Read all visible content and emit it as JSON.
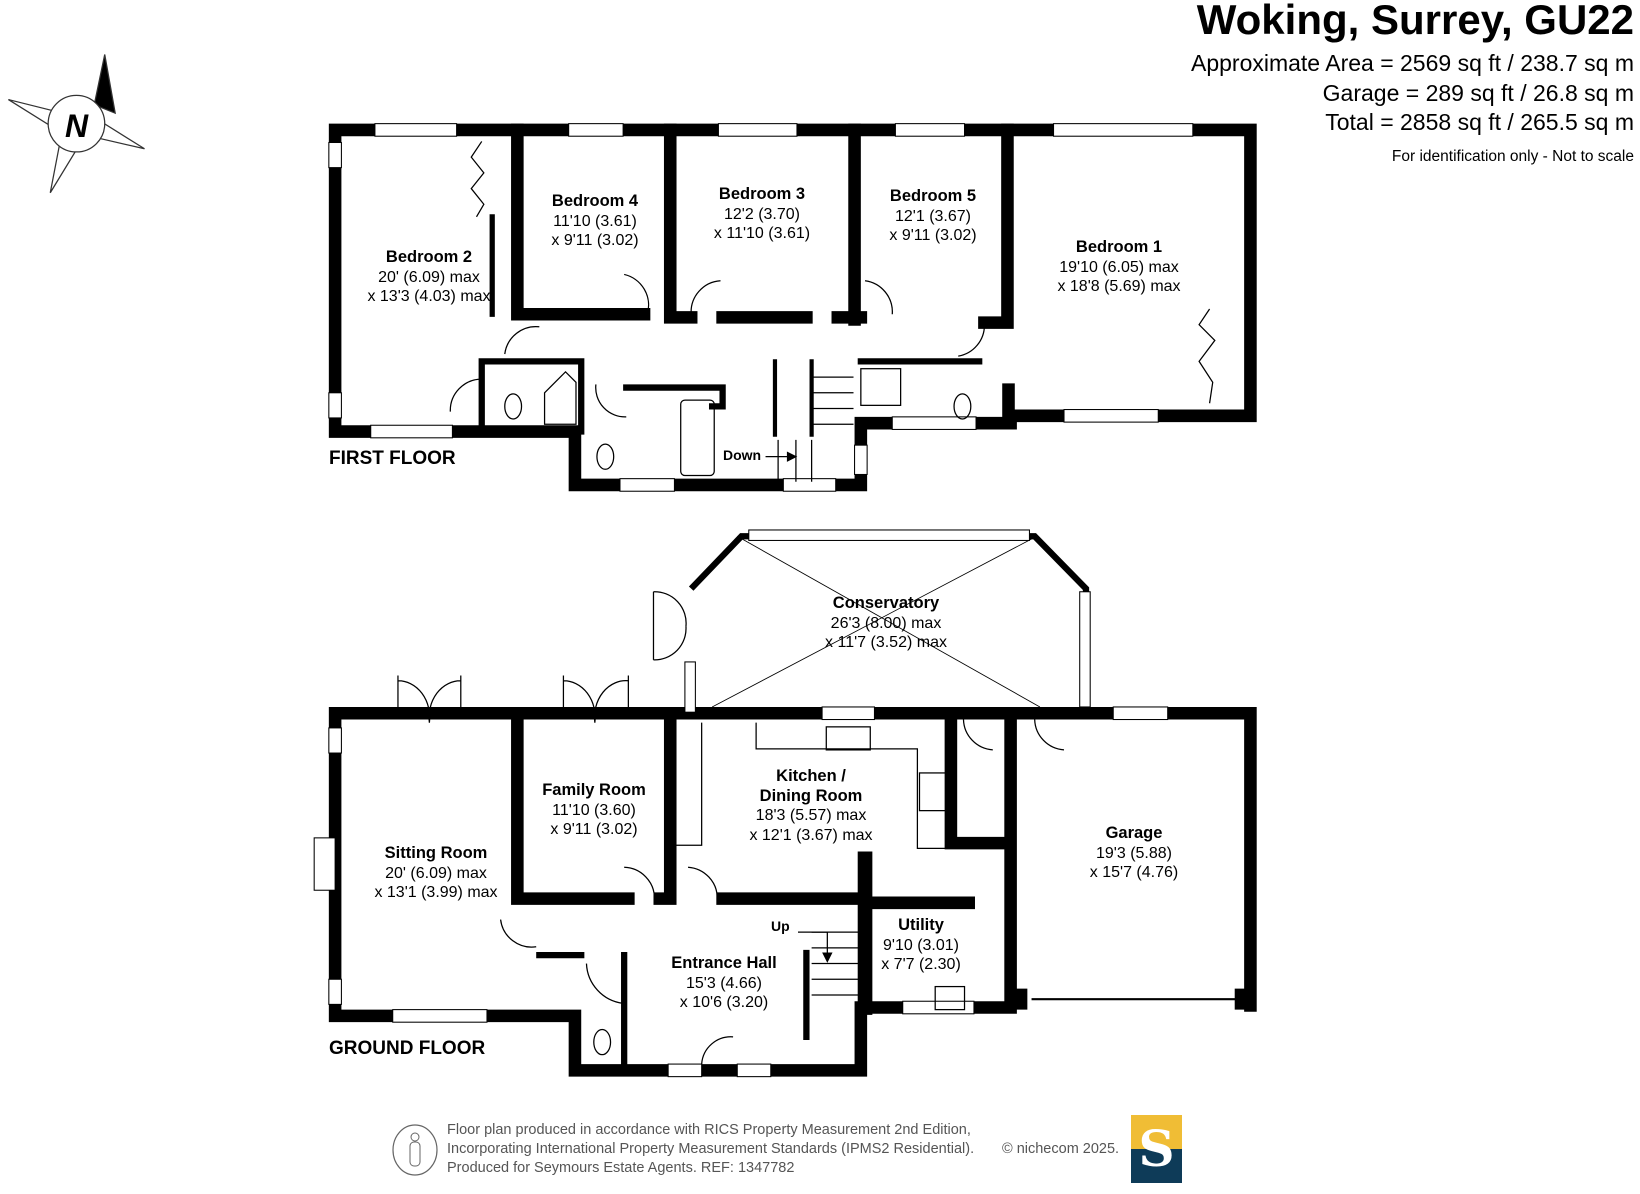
{
  "header": {
    "title": "Woking, Surrey, GU22",
    "approx_area": "Approximate Area = 2569 sq ft / 238.7 sq m",
    "garage_area": "Garage = 289 sq ft / 26.8 sq m",
    "total_area": "Total = 2858 sq ft / 265.5 sq m",
    "disclaimer": "For identification only - Not to scale"
  },
  "compass": {
    "label": "N"
  },
  "first_floor": {
    "label": "FIRST FLOOR",
    "stairs_label": "Down",
    "rooms": [
      {
        "name": "Bedroom 2",
        "dim1": "20' (6.09) max",
        "dim2": "x 13'3 (4.03) max"
      },
      {
        "name": "Bedroom 4",
        "dim1": "11'10 (3.61)",
        "dim2": "x 9'11 (3.02)"
      },
      {
        "name": "Bedroom 3",
        "dim1": "12'2 (3.70)",
        "dim2": "x 11'10 (3.61)"
      },
      {
        "name": "Bedroom 5",
        "dim1": "12'1 (3.67)",
        "dim2": "x 9'11 (3.02)"
      },
      {
        "name": "Bedroom 1",
        "dim1": "19'10 (6.05) max",
        "dim2": "x 18'8 (5.69) max"
      }
    ]
  },
  "ground_floor": {
    "label": "GROUND FLOOR",
    "stairs_label": "Up",
    "rooms": [
      {
        "name": "Conservatory",
        "dim1": "26'3 (8.00) max",
        "dim2": "x 11'7 (3.52) max"
      },
      {
        "name": "Family Room",
        "dim1": "11'10 (3.60)",
        "dim2": "x 9'11 (3.02)"
      },
      {
        "name": "Kitchen /",
        "name2": "Dining Room",
        "dim1": "18'3 (5.57) max",
        "dim2": "x 12'1 (3.67) max"
      },
      {
        "name": "Sitting Room",
        "dim1": "20' (6.09) max",
        "dim2": "x 13'1 (3.99) max"
      },
      {
        "name": "Garage",
        "dim1": "19'3 (5.88)",
        "dim2": "x 15'7 (4.76)"
      },
      {
        "name": "Utility",
        "dim1": "9'10 (3.01)",
        "dim2": "x 7'7 (2.30)"
      },
      {
        "name": "Entrance Hall",
        "dim1": "15'3 (4.66)",
        "dim2": "x 10'6 (3.20)"
      }
    ]
  },
  "footer": {
    "line1": "Floor plan produced in accordance with RICS Property Measurement 2nd Edition,",
    "line2": "Incorporating International Property Measurement Standards (IPMS2 Residential).",
    "line3": "Produced for Seymours Estate Agents.   REF: 1347782",
    "copyright": "© nichecom 2025.",
    "logo_letter": "S",
    "logo_colors": {
      "top": "#f0bd35",
      "bottom": "#0e3b58"
    }
  }
}
